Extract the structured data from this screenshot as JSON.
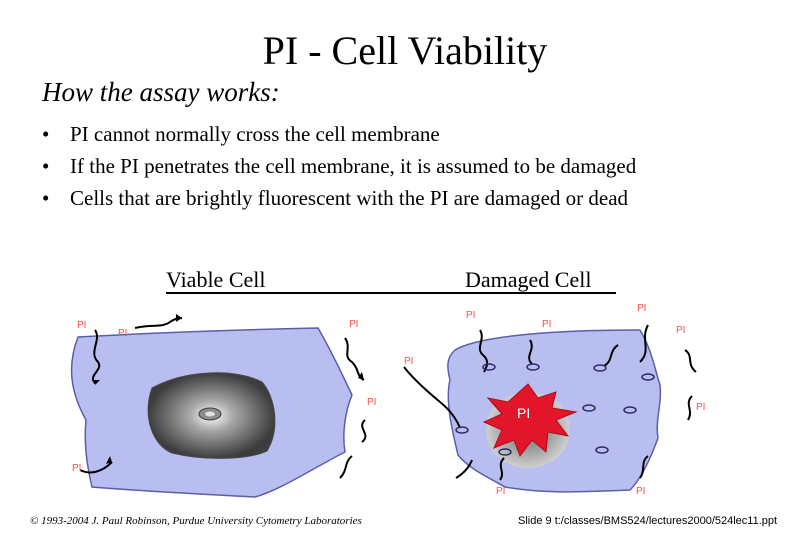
{
  "title": "PI - Cell Viability",
  "subtitle": "How the assay works:",
  "bullets": [
    "PI cannot normally cross the cell membrane",
    "If the PI penetrates the cell membrane, it is assumed to be damaged",
    "Cells that are brightly fluorescent with the PI are damaged or dead"
  ],
  "diagram": {
    "viable_label": "Viable Cell",
    "damaged_label": "Damaged Cell",
    "pi_label": "PI",
    "pi_center_label": "PI"
  },
  "footer": {
    "copyright": "© 1993-2004 J. Paul Robinson, Purdue University Cytometry Laboratories",
    "slide": "Slide 9  t:/classes/BMS524/lectures2000/524lec11.ppt"
  },
  "colors": {
    "cell_fill": "#b8bff0",
    "cell_stroke": "#5a5fa8",
    "pi_label": "#ff4d4d",
    "burst": "#e3152b"
  }
}
